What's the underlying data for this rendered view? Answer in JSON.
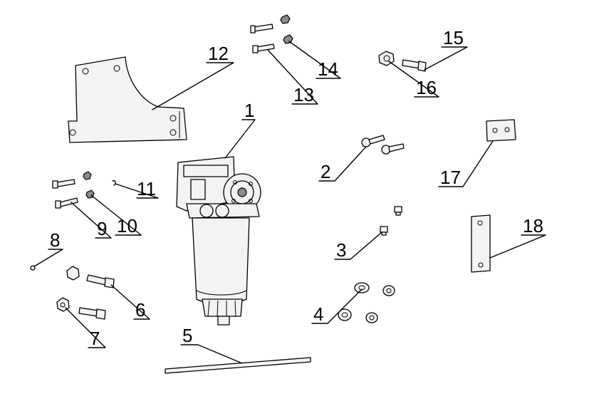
{
  "callouts": [
    {
      "id": "c1",
      "number": "1"
    },
    {
      "id": "c2",
      "number": "2"
    },
    {
      "id": "c3",
      "number": "3"
    },
    {
      "id": "c4",
      "number": "4"
    },
    {
      "id": "c5",
      "number": "5"
    },
    {
      "id": "c6",
      "number": "6"
    },
    {
      "id": "c7",
      "number": "7"
    },
    {
      "id": "c8",
      "number": "8"
    },
    {
      "id": "c9",
      "number": "9"
    },
    {
      "id": "c10",
      "number": "10"
    },
    {
      "id": "c11",
      "number": "11"
    },
    {
      "id": "c12",
      "number": "12"
    },
    {
      "id": "c13",
      "number": "13"
    },
    {
      "id": "c14",
      "number": "14"
    },
    {
      "id": "c15",
      "number": "15"
    },
    {
      "id": "c16",
      "number": "16"
    },
    {
      "id": "c17",
      "number": "17"
    },
    {
      "id": "c18",
      "number": "18"
    }
  ]
}
